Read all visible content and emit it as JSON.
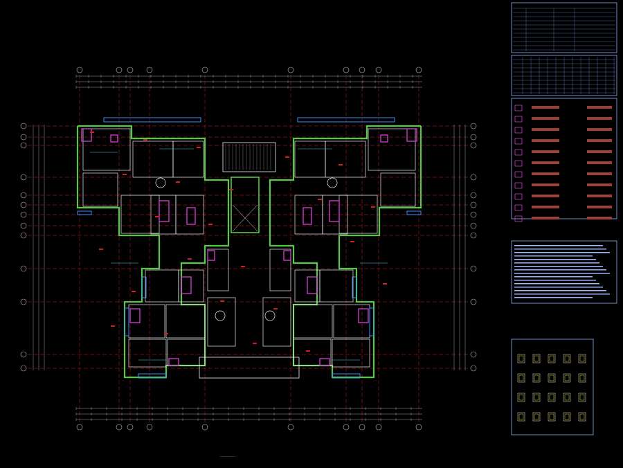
{
  "drawing": {
    "caption": "",
    "caption_scale": "",
    "colors": {
      "background": "#000000",
      "axis": "#d02020",
      "dimension": "#c8c8c8",
      "wall": "#f0f0f0",
      "green_wall": "#58c848",
      "blue_window": "#3a8fff",
      "magenta": "#c83cc8",
      "cyan": "#38d8e8",
      "panel_border": "#8fb0ff",
      "yellow": "#e8e020"
    },
    "legend_panels": [
      {
        "id": "panel-title-block"
      },
      {
        "id": "panel-schedule-table"
      },
      {
        "id": "panel-legend"
      },
      {
        "id": "panel-notes"
      },
      {
        "id": "panel-details"
      }
    ]
  }
}
